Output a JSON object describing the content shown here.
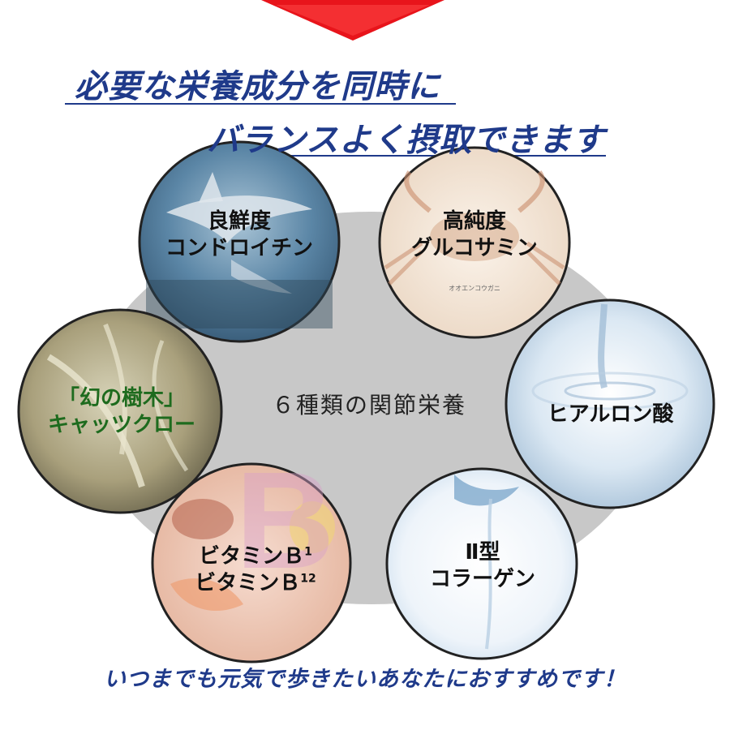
{
  "headline": {
    "line1": "必要な栄養成分を同時に",
    "line2": "バランスよく摂取できます"
  },
  "center": {
    "label": "６種類の関節栄養"
  },
  "circles": {
    "shark": {
      "line1": "良鮮度",
      "line2": "コンドロイチン"
    },
    "crab": {
      "line1": "高純度",
      "line2": "グルコサミン",
      "caption": "オオエンコウガニ"
    },
    "plant": {
      "line1": "「幻の樹木」",
      "line2": "キャッツクロー"
    },
    "hyaluronic": {
      "line1": "ヒアルロン酸"
    },
    "vitamin": {
      "line1": "ビタミンＢ",
      "sup1": "1",
      "line2": "ビタミンＢ",
      "sup2": "12"
    },
    "collagen": {
      "line1": "Ⅱ型",
      "line2": "コラーゲン"
    }
  },
  "footer": {
    "tagline": "いつまでも元気で歩きたいあなたにおすすめです！"
  },
  "colors": {
    "headline": "#1f3a8a",
    "arrow": "#e8141b",
    "ellipse": "#c8c8c8",
    "plant_text": "#1e6b1e"
  }
}
